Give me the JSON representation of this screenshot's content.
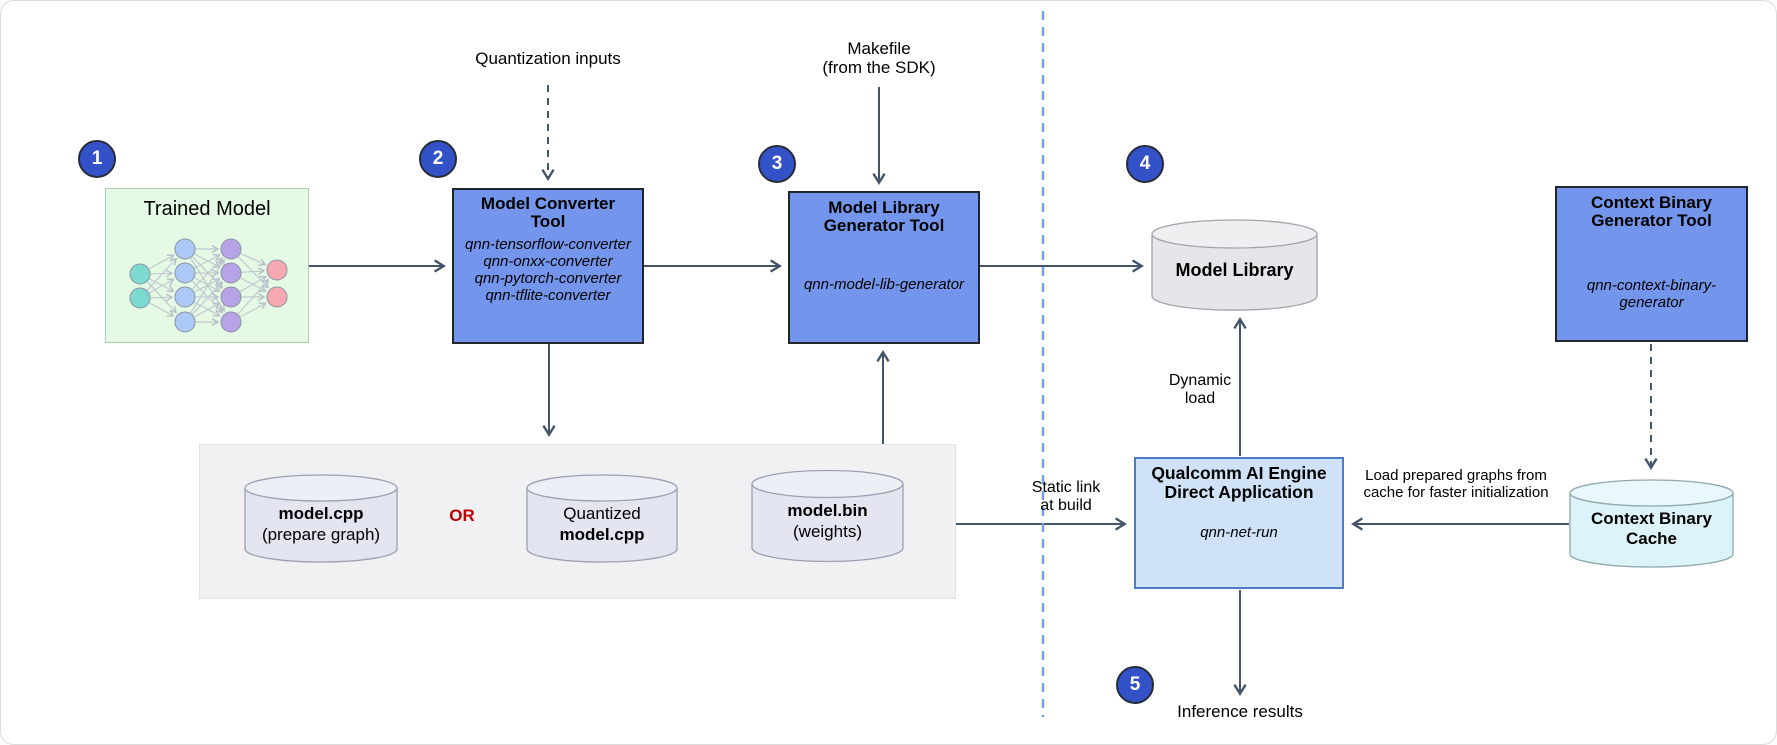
{
  "colors": {
    "tool_box_fill": "#7396EC",
    "tool_box_border": "#21262E",
    "app_box_fill": "#CFE2F7",
    "app_box_border": "#4D7CC7",
    "trained_box_fill": "#E4FAE4",
    "badge_fill": "#3452C8",
    "arrow": "#44546A",
    "divider_dash": "#6D9EEB",
    "or_red": "#C00000",
    "artifacts_panel": "#F1F1F3",
    "cylinder_fill": "#E3E5F0",
    "library_cylinder_fill": "#E6E6EA",
    "cache_cylinder_fill": "#DDF3FA"
  },
  "badges": {
    "step1": "1",
    "step2": "2",
    "step3": "3",
    "step4": "4",
    "step5": "5"
  },
  "nodes": {
    "trained_model": {
      "title": "Trained Model"
    },
    "model_converter": {
      "title": "Model Converter\nTool",
      "commands": [
        "qnn-tensorflow-converter",
        "qnn-onxx-converter",
        "qnn-pytorch-converter",
        "qnn-tflite-converter"
      ]
    },
    "model_library_generator": {
      "title": "Model Library\nGenerator Tool",
      "command": "qnn-model-lib-generator"
    },
    "context_binary_generator": {
      "title": "Context Binary\nGenerator Tool",
      "command": "qnn-context-binary-\ngenerator"
    },
    "qualcomm_app": {
      "title": "Qualcomm AI Engine\nDirect Application",
      "command": "qnn-net-run"
    },
    "model_library": {
      "label": "Model Library"
    },
    "context_binary_cache": {
      "label": "Context Binary\nCache"
    },
    "model_cpp": {
      "name": "model.cpp",
      "note": "(prepare graph)"
    },
    "quantized_model_cpp": {
      "prefix": "Quantized",
      "name": "model.cpp"
    },
    "model_bin": {
      "name": "model.bin",
      "note": "(weights)"
    }
  },
  "labels": {
    "or": "OR",
    "quantization_inputs": "Quantization inputs",
    "makefile": "Makefile\n(from the SDK)",
    "dynamic_load": "Dynamic\nload",
    "static_link": "Static link\nat build",
    "load_prepared": "Load prepared graphs from\ncache for faster initialization",
    "inference_results": "Inference results"
  }
}
